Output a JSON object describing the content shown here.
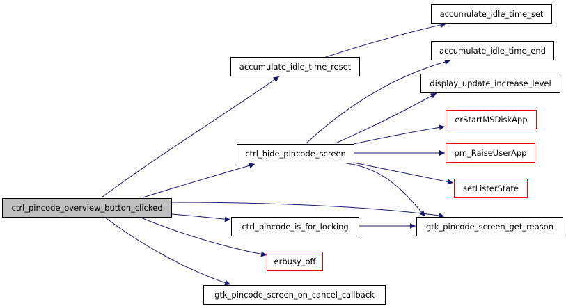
{
  "colors": {
    "edge": "#191970",
    "border_default": "#000000",
    "border_undocumented": "#ff0000",
    "root_fill": "#bfbfbf",
    "node_fill": "#ffffff"
  },
  "nodes": [
    {
      "id": "root",
      "label": "ctrl_pincode_overview_button_clicked",
      "style": "root"
    },
    {
      "id": "acc_reset",
      "label": "accumulate_idle_time_reset",
      "style": "default"
    },
    {
      "id": "acc_set",
      "label": "accumulate_idle_time_set",
      "style": "default"
    },
    {
      "id": "acc_end",
      "label": "accumulate_idle_time_end",
      "style": "default"
    },
    {
      "id": "disp",
      "label": "display_update_increase_level",
      "style": "default"
    },
    {
      "id": "ctrl_hide",
      "label": "ctrl_hide_pincode_screen",
      "style": "default"
    },
    {
      "id": "erstart",
      "label": "erStartMSDiskApp",
      "style": "red"
    },
    {
      "id": "pm_raise",
      "label": "pm_RaiseUserApp",
      "style": "red"
    },
    {
      "id": "setlister",
      "label": "setListerState",
      "style": "red"
    },
    {
      "id": "is_locking",
      "label": "ctrl_pincode_is_for_locking",
      "style": "default"
    },
    {
      "id": "gtk_reason",
      "label": "gtk_pincode_screen_get_reason",
      "style": "default"
    },
    {
      "id": "erbusy",
      "label": "erbusy_off",
      "style": "red"
    },
    {
      "id": "gtk_cancel",
      "label": "gtk_pincode_screen_on_cancel_callback",
      "style": "default"
    }
  ],
  "edges": [
    {
      "from": "root",
      "to": "acc_reset"
    },
    {
      "from": "root",
      "to": "ctrl_hide"
    },
    {
      "from": "root",
      "to": "gtk_reason"
    },
    {
      "from": "root",
      "to": "is_locking"
    },
    {
      "from": "root",
      "to": "erbusy"
    },
    {
      "from": "root",
      "to": "gtk_cancel"
    },
    {
      "from": "acc_reset",
      "to": "acc_set"
    },
    {
      "from": "ctrl_hide",
      "to": "acc_end"
    },
    {
      "from": "ctrl_hide",
      "to": "disp"
    },
    {
      "from": "ctrl_hide",
      "to": "erstart"
    },
    {
      "from": "ctrl_hide",
      "to": "pm_raise"
    },
    {
      "from": "ctrl_hide",
      "to": "setlister"
    },
    {
      "from": "ctrl_hide",
      "to": "gtk_reason"
    },
    {
      "from": "is_locking",
      "to": "gtk_reason"
    }
  ]
}
